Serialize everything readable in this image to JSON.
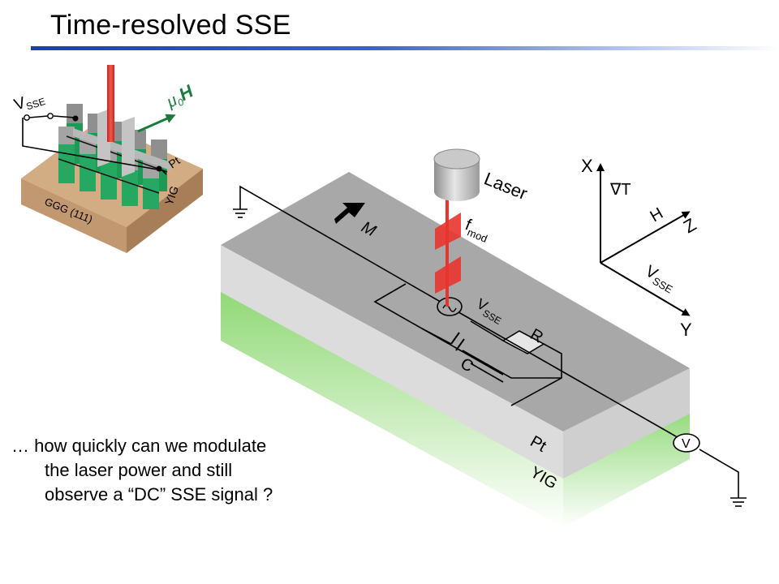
{
  "slide": {
    "title": "Time-resolved SSE",
    "caption": [
      "… how quickly can we modulate",
      "the laser power and still",
      "observe a “DC” SSE signal ?"
    ]
  },
  "inset": {
    "v_label": "V",
    "v_sub": "SSE",
    "field_mu": "μ",
    "field_sub": "0",
    "field_h": "H",
    "pt_label": "Pt",
    "yig_label": "YIG",
    "substrate_label": "GGG (111)"
  },
  "main": {
    "laser_label": "Laser",
    "fmod_f": "f",
    "fmod_sub": "mod",
    "m_label": "M",
    "vsse_v": "V",
    "vsse_sub": "SSE",
    "r_label": "R",
    "c_label": "C",
    "pt_label": "Pt",
    "yig_label": "YIG",
    "voltmeter_label": "V"
  },
  "axes": {
    "x": "X",
    "grad_t": "∇T",
    "h": "H",
    "z": "Z",
    "v": "V",
    "v_sub": "SSE",
    "y": "Y"
  },
  "colors": {
    "title_rule": "#1f3fa8",
    "yig_green": "#8ed873",
    "pt_gray": "#d9d9d9",
    "laser_red": "#e8342e",
    "field_green": "#1c7a3c",
    "substrate_tan": "#c9a27a"
  }
}
